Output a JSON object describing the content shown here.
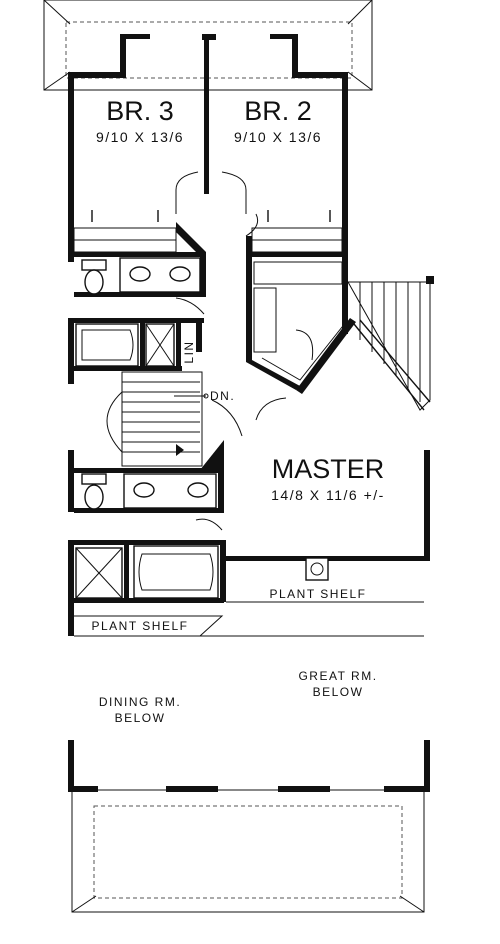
{
  "rooms": {
    "br3": {
      "name": "BR. 3",
      "dims": "9/10  X  13/6"
    },
    "br2": {
      "name": "BR. 2",
      "dims": "9/10  X  13/6"
    },
    "master": {
      "name": "MASTER",
      "dims": "14/8  X  11/6  +/-"
    }
  },
  "labels": {
    "lin": "LIN",
    "dn": "DN.",
    "plant_shelf_right": "PLANT  SHELF",
    "plant_shelf_left": "PLANT  SHELF",
    "dining_line1": "DINING  RM.",
    "dining_line2": "BELOW",
    "great_line1": "GREAT  RM.",
    "great_line2": "BELOW"
  }
}
